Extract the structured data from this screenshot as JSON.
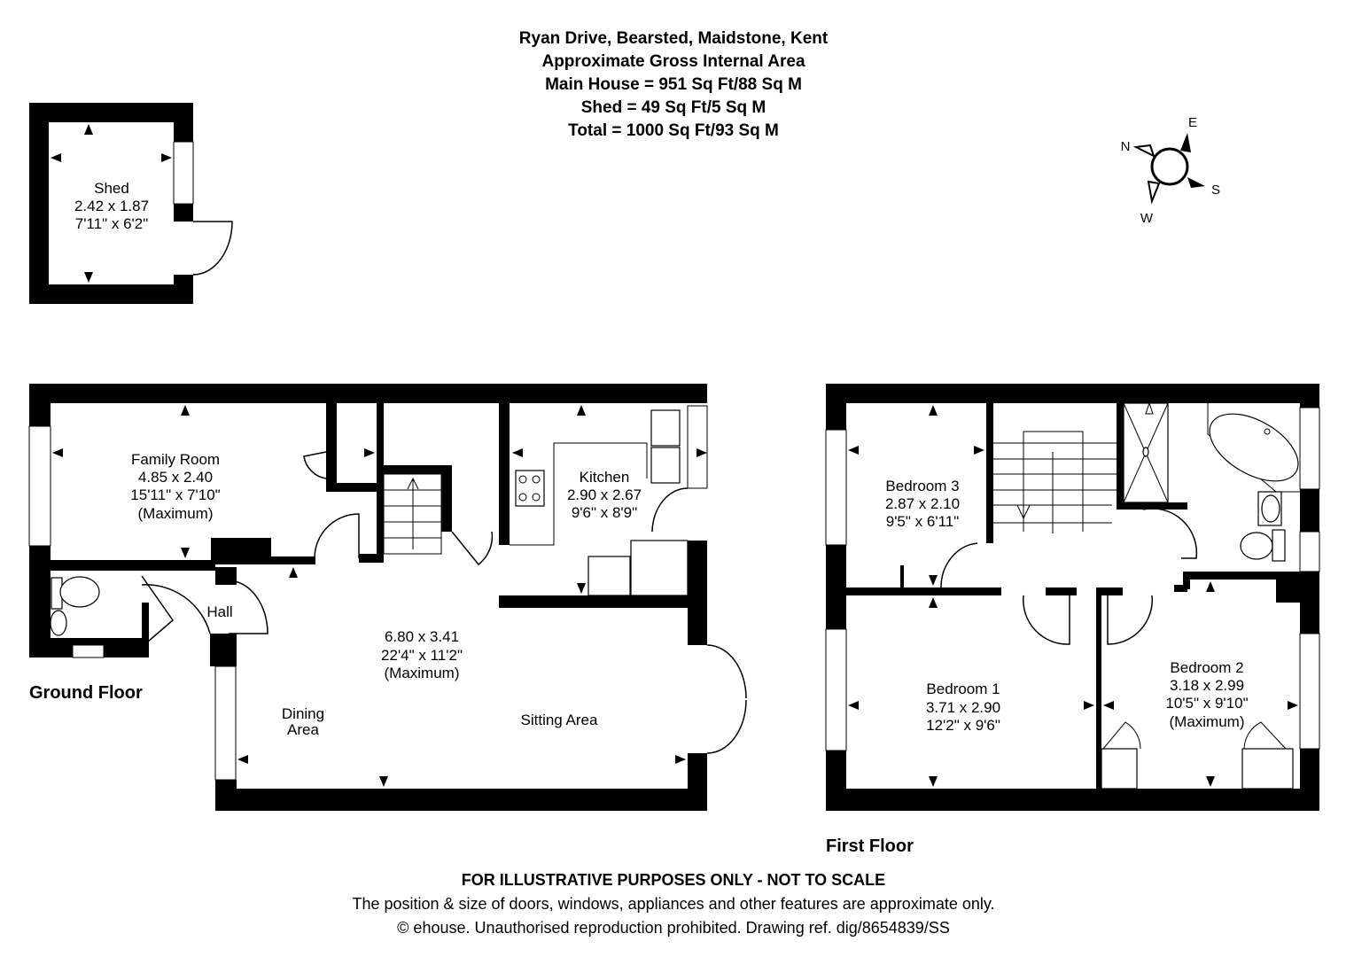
{
  "header": {
    "address": "Ryan Drive, Bearsted, Maidstone, Kent",
    "area_title": "Approximate Gross Internal Area",
    "main_house": "Main House = 951 Sq Ft/88 Sq M",
    "shed": "Shed = 49 Sq Ft/5 Sq M",
    "total": "Total = 1000 Sq Ft/93 Sq M"
  },
  "compass": {
    "n": "N",
    "e": "E",
    "s": "S",
    "w": "W"
  },
  "shed": {
    "name": "Shed",
    "metric": "2.42 x 1.87",
    "imperial": "7'11\" x 6'2\""
  },
  "ground_floor": {
    "label": "Ground Floor",
    "family_room": {
      "name": "Family Room",
      "metric": "4.85 x 2.40",
      "imperial": "15'11\" x 7'10\"",
      "note": "(Maximum)"
    },
    "kitchen": {
      "name": "Kitchen",
      "metric": "2.90 x 2.67",
      "imperial": "9'6\" x 8'9\""
    },
    "hall": {
      "name": "Hall"
    },
    "living": {
      "metric": "6.80 x 3.41",
      "imperial": "22'4\" x 11'2\"",
      "note": "(Maximum)"
    },
    "dining": {
      "line1": "Dining",
      "line2": "Area"
    },
    "sitting": {
      "name": "Sitting Area"
    }
  },
  "first_floor": {
    "label": "First Floor",
    "bedroom3": {
      "name": "Bedroom 3",
      "metric": "2.87 x 2.10",
      "imperial": "9'5\" x 6'11\""
    },
    "bedroom1": {
      "name": "Bedroom 1",
      "metric": "3.71 x 2.90",
      "imperial": "12'2\" x 9'6\""
    },
    "bedroom2": {
      "name": "Bedroom 2",
      "metric": "3.18 x 2.99",
      "imperial": "10'5\" x 9'10\"",
      "note": "(Maximum)"
    }
  },
  "footer": {
    "disclaimer": "FOR ILLUSTRATIVE PURPOSES ONLY - NOT TO SCALE",
    "note": "The position & size of doors, windows, appliances and other features are approximate only.",
    "copyright": "© ehouse. Unauthorised reproduction prohibited. Drawing ref. dig/8654839/SS"
  }
}
